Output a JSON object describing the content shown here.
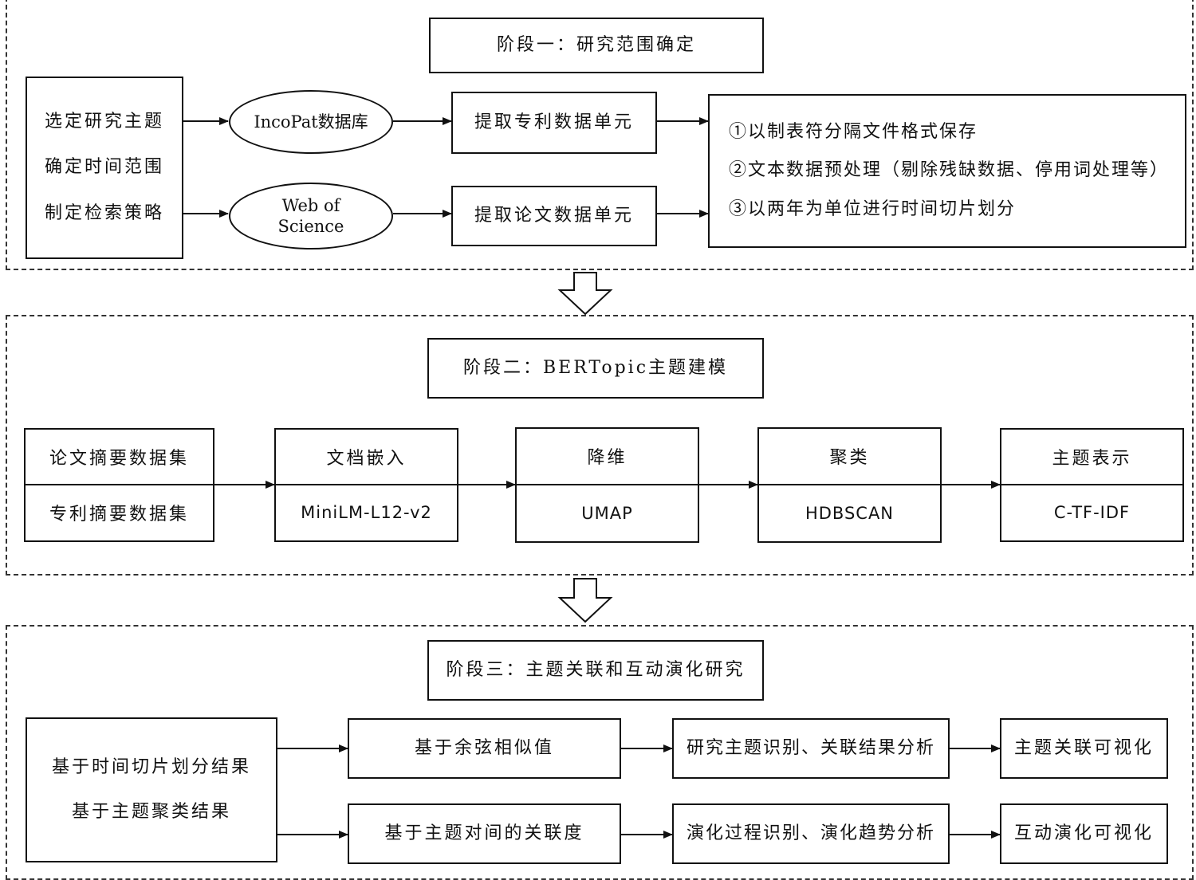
{
  "stage1": {
    "title": "阶段一：研究范围确定",
    "left": [
      "选定研究主题",
      "确定时间范围",
      "制定检索策略"
    ],
    "db1": "IncoPat数据库",
    "db2_line1": "Web of",
    "db2_line2": "Science",
    "extract1": "提取专利数据单元",
    "extract2": "提取论文数据单元",
    "steps": [
      "①以制表符分隔文件格式保存",
      "②文本数据预处理（剔除残缺数据、停用词处理等）",
      "③以两年为单位进行时间切片划分"
    ]
  },
  "stage2": {
    "title": "阶段二：BERTopic主题建模",
    "boxes": [
      {
        "top": "论文摘要数据集",
        "bottom": "专利摘要数据集"
      },
      {
        "top": "文档嵌入",
        "bottom": "MiniLM-L12-v2"
      },
      {
        "top": "降维",
        "bottom": "UMAP"
      },
      {
        "top": "聚类",
        "bottom": "HDBSCAN"
      },
      {
        "top": "主题表示",
        "bottom": "C-TF-IDF"
      }
    ]
  },
  "stage3": {
    "title": "阶段三：主题关联和互动演化研究",
    "left": [
      "基于时间切片划分结果",
      "基于主题聚类结果"
    ],
    "row1": [
      "基于余弦相似值",
      "研究主题识别、关联结果分析",
      "主题关联可视化"
    ],
    "row2": [
      "基于主题对间的关联度",
      "演化过程识别、演化趋势分析",
      "互动演化可视化"
    ]
  }
}
